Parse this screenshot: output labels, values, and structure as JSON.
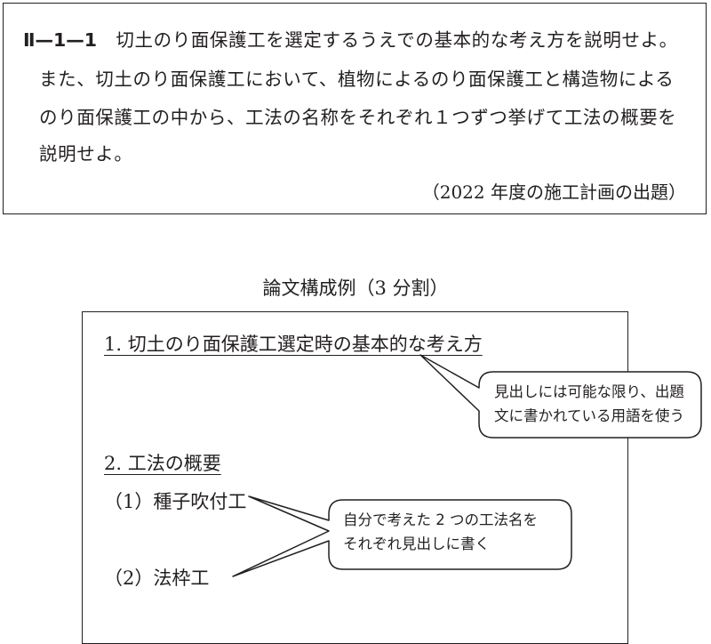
{
  "question": {
    "number": "Ⅱ—1—1",
    "line1": "切土のり面保護工を選定するうえでの基本的な考え方を説明せよ。",
    "line2": "また、切土のり面保護工において、植物によるのり面保護工と構造物による",
    "line3": "のり面保護工の中から、工法の名称をそれぞれ１つずつ挙げて工法の概要を",
    "line4": "説明せよ。",
    "source": "（2022 年度の施工計画の出題）"
  },
  "example": {
    "title": "論文構成例（3 分割）",
    "heading1": "1.  切土のり面保護工選定時の基本的な考え方",
    "heading2": "2.  工法の概要",
    "method1": "（1）種子吹付工",
    "method2": "（2）法枠工"
  },
  "callouts": {
    "first_line1": "見出しには可能な限り、出題",
    "first_line2": "文に書かれている用語を使う",
    "second_line1": "自分で考えた 2 つの工法名を",
    "second_line2": "それぞれ見出しに書く"
  }
}
